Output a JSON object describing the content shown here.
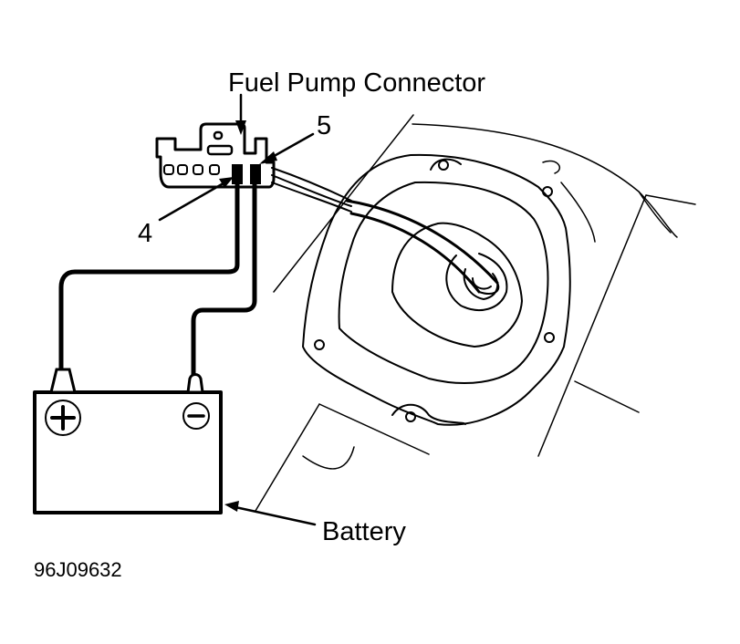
{
  "diagram": {
    "title": "Fuel Pump Connector",
    "labels": {
      "connector": "Fuel Pump Connector",
      "terminal_4": "4",
      "terminal_5": "5",
      "battery": "Battery",
      "figure_id": "96J09632"
    },
    "battery_terminals": {
      "positive": "+",
      "negative": "−"
    },
    "colors": {
      "ink": "#000000",
      "background": "#ffffff"
    }
  }
}
